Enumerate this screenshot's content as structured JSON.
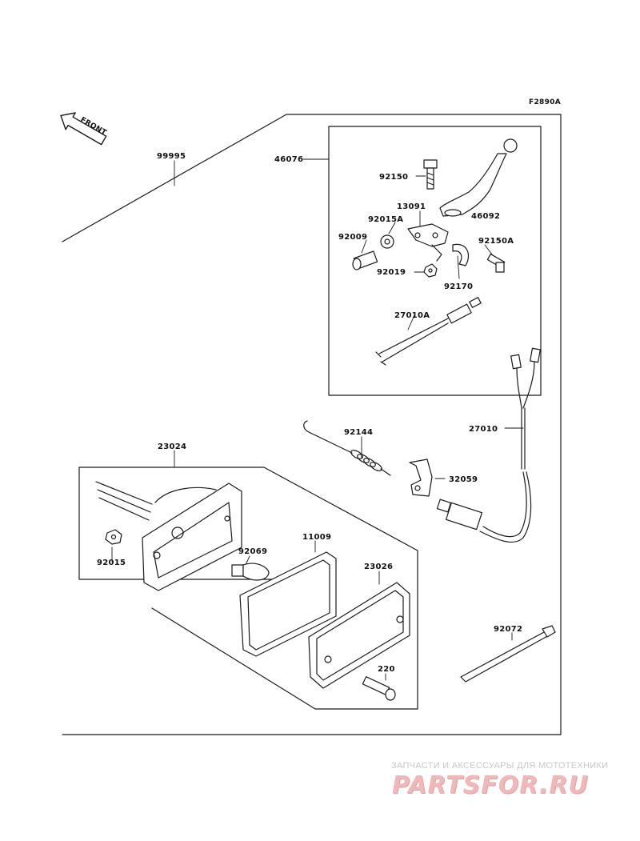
{
  "diagram": {
    "code": "F2890A",
    "front_tag": "FRONT",
    "colors": {
      "line": "#1a1a1a",
      "part_fill": "#d8d8d8",
      "watermark_red": "#e08a8a"
    },
    "parts": {
      "kit": "99995",
      "switch_assembly": "46076",
      "bolt_top": "92150",
      "lever": "46092",
      "bracket": "13091",
      "collar": "92015A",
      "bolt_left": "92009",
      "bolt_right": "92150A",
      "nut": "92019",
      "clamp": "92170",
      "switch_lead": "27010A",
      "spring": "92144",
      "lead": "27010",
      "switch_bracket": "32059",
      "lamp_assembly": "23024",
      "nut_small": "92015",
      "bulb": "92069",
      "gasket": "11009",
      "lens": "23026",
      "screw": "220",
      "band": "92072"
    }
  },
  "watermark": {
    "caption": "ЗАПЧАСТИ И АКСЕССУАРЫ ДЛЯ МОТОТЕХНИКИ",
    "logo": "PARTSFOR.RU"
  }
}
